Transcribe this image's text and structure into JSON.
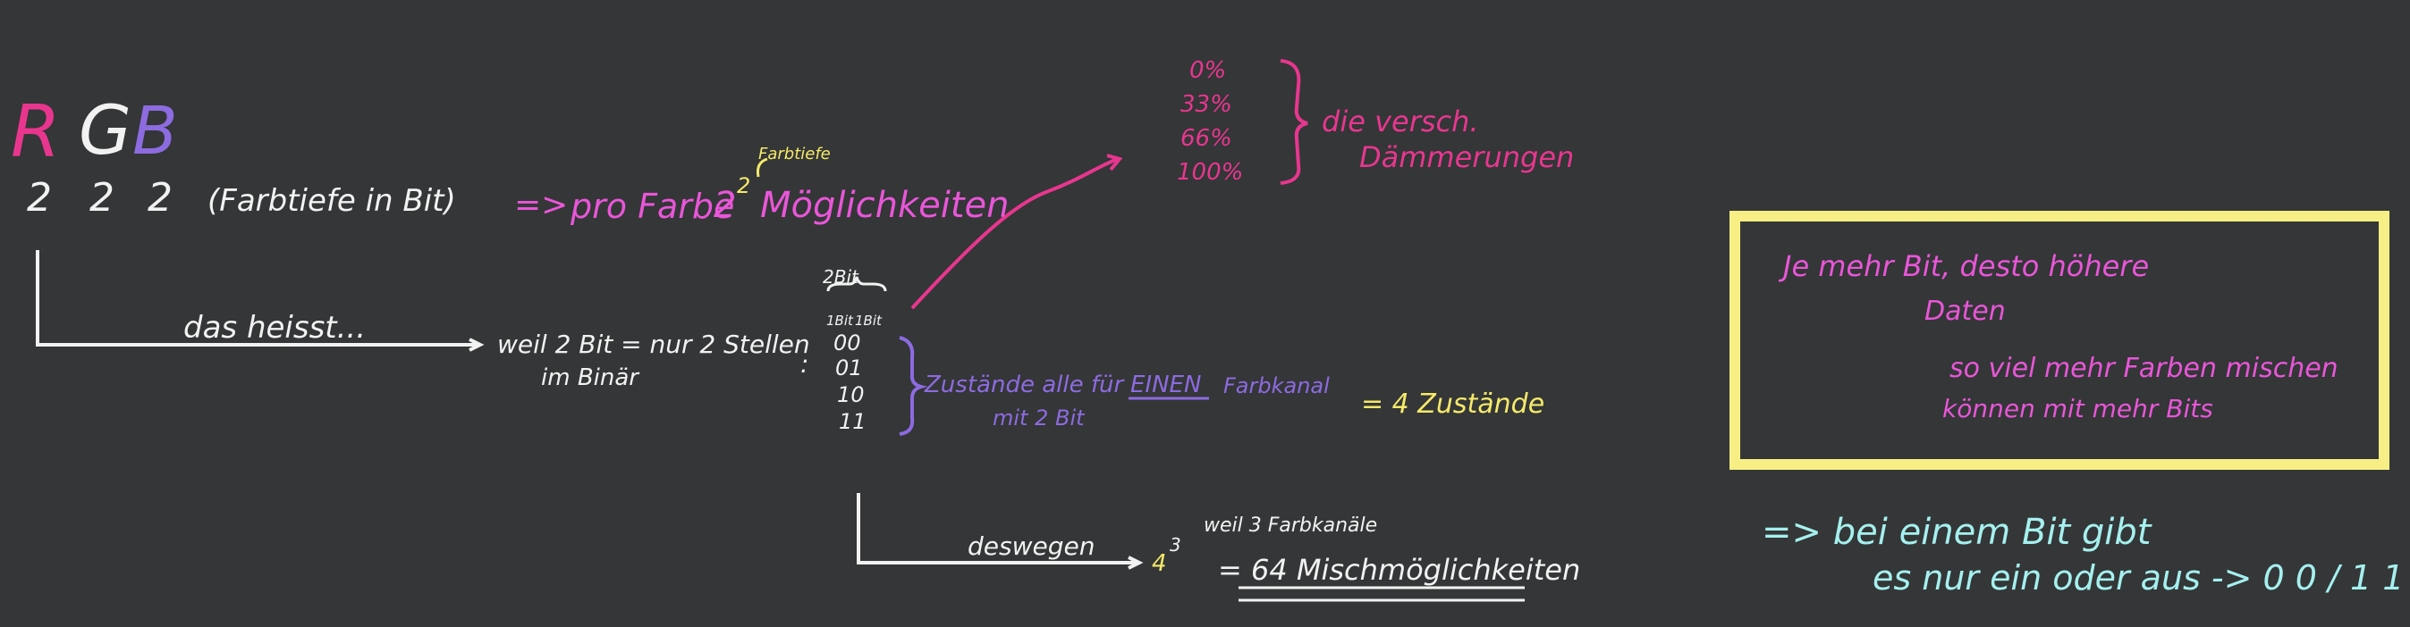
{
  "colors": {
    "background": "#343637",
    "pink": "#e8368f",
    "magenta": "#e956d8",
    "white": "#f2f2f2",
    "purple": "#8d6be0",
    "lavender": "#b9a0f0",
    "yellow": "#f5e96a",
    "cyan": "#a5f0ef",
    "box": "#f7ef85"
  },
  "rgb": {
    "r": "R",
    "g": "G",
    "b": "B"
  },
  "depth": {
    "r": "2",
    "g": "2",
    "b": "2",
    "label": "(Farbtiefe in Bit)"
  },
  "per_color": {
    "arrow": "=>",
    "text": "pro Farbe",
    "base": "2",
    "exp": "2",
    "annotation": "Farbtiefe",
    "result": "Möglichkeiten"
  },
  "percents": {
    "items": [
      "0%",
      "33%",
      "66%",
      "100%"
    ],
    "label_line1": "die versch.",
    "label_line2": "Dämmerungen"
  },
  "das_heisst": {
    "label": "das heisst..."
  },
  "weil": {
    "line1": "weil 2 Bit = nur 2 Stellen",
    "line2": "im Binär",
    "colon": ":"
  },
  "binary": {
    "header": "2Bit",
    "sub1": "1Bit",
    "sub2": "1Bit",
    "rows": [
      "00",
      "01",
      "10",
      "11"
    ]
  },
  "zustaende": {
    "line1_a": "Zustände alle für",
    "line1_em": "EINEN",
    "line1_b": "Farbkanal",
    "line2": "mit 2 Bit",
    "result": "= 4 Zustände"
  },
  "deswegen": {
    "label": "deswegen",
    "base": "4",
    "exp": "3",
    "annotation": "weil 3 Farbkanäle",
    "result": "= 64 Mischmöglichkeiten"
  },
  "box": {
    "line1": "Je mehr Bit, desto höhere",
    "line2": "Daten",
    "line3": "so viel mehr Farben mischen",
    "line4": "können mit mehr Bits"
  },
  "bottom_note": {
    "line1": "=> bei einem Bit gibt",
    "line2": "es nur ein oder aus -> 0 0 / 1 1"
  }
}
